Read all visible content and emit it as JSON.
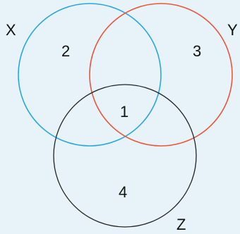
{
  "diagram": {
    "sets": [
      {
        "id": "x",
        "label": "X",
        "color": "#29a8e0"
      },
      {
        "id": "y",
        "label": "Y",
        "color": "#e8573b"
      },
      {
        "id": "z",
        "label": "Z",
        "color": "#222222"
      }
    ],
    "regions": {
      "x_only": "2",
      "y_only": "3",
      "xyz": "1",
      "z_only": "4"
    }
  }
}
